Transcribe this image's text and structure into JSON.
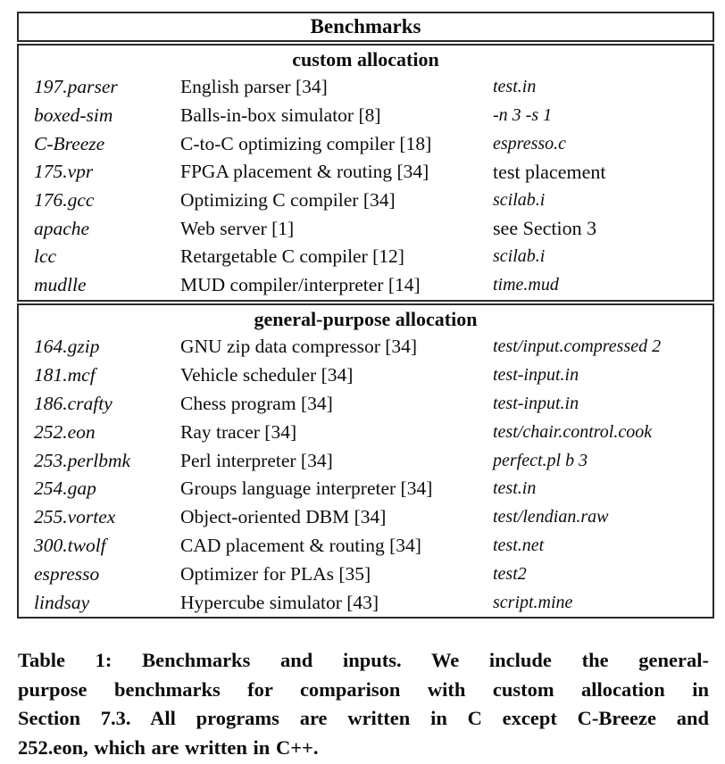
{
  "table": {
    "title": "Benchmarks",
    "sections": [
      {
        "header": "custom allocation",
        "rows": [
          {
            "name": "197.parser",
            "desc": "English parser [34]",
            "input": "test.in"
          },
          {
            "name": "boxed-sim",
            "desc": "Balls-in-box simulator [8]",
            "input": "-n 3 -s 1"
          },
          {
            "name": "C-Breeze",
            "desc": "C-to-C optimizing compiler [18]",
            "input": "espresso.c"
          },
          {
            "name": "175.vpr",
            "desc": "FPGA placement & routing [34]",
            "input": "test placement"
          },
          {
            "name": "176.gcc",
            "desc": "Optimizing C compiler [34]",
            "input": "scilab.i"
          },
          {
            "name": "apache",
            "desc": "Web server [1]",
            "input": "see Section 3"
          },
          {
            "name": "lcc",
            "desc": "Retargetable C compiler [12]",
            "input": "scilab.i"
          },
          {
            "name": "mudlle",
            "desc": "MUD compiler/interpreter [14]",
            "input": "time.mud"
          }
        ]
      },
      {
        "header": "general-purpose allocation",
        "rows": [
          {
            "name": "164.gzip",
            "desc": "GNU zip data compressor [34]",
            "input": "test/input.compressed 2"
          },
          {
            "name": "181.mcf",
            "desc": "Vehicle scheduler [34]",
            "input": "test-input.in"
          },
          {
            "name": "186.crafty",
            "desc": "Chess program [34]",
            "input": "test-input.in"
          },
          {
            "name": "252.eon",
            "desc": "Ray tracer [34]",
            "input": "test/chair.control.cook"
          },
          {
            "name": "253.perlbmk",
            "desc": "Perl interpreter [34]",
            "input": "perfect.pl b 3"
          },
          {
            "name": "254.gap",
            "desc": "Groups language interpreter [34]",
            "input": "test.in"
          },
          {
            "name": "255.vortex",
            "desc": "Object-oriented DBM [34]",
            "input": "test/lendian.raw"
          },
          {
            "name": "300.twolf",
            "desc": "CAD placement & routing [34]",
            "input": "test.net"
          },
          {
            "name": "espresso",
            "desc": "Optimizer for PLAs [35]",
            "input": "test2"
          },
          {
            "name": "lindsay",
            "desc": "Hypercube simulator [43]",
            "input": "script.mine"
          }
        ]
      }
    ]
  },
  "caption": {
    "lines": [
      "Table 1:  Benchmarks and inputs.  We include the general-",
      "purpose benchmarks for comparison with custom allocation in",
      "Section 7.3. All programs are written in C except C-Breeze and",
      "252.eon, which are written in C++."
    ]
  },
  "colors": {
    "text": "#0d0d0d",
    "border": "#2a2a2a",
    "background": "#ffffff"
  }
}
